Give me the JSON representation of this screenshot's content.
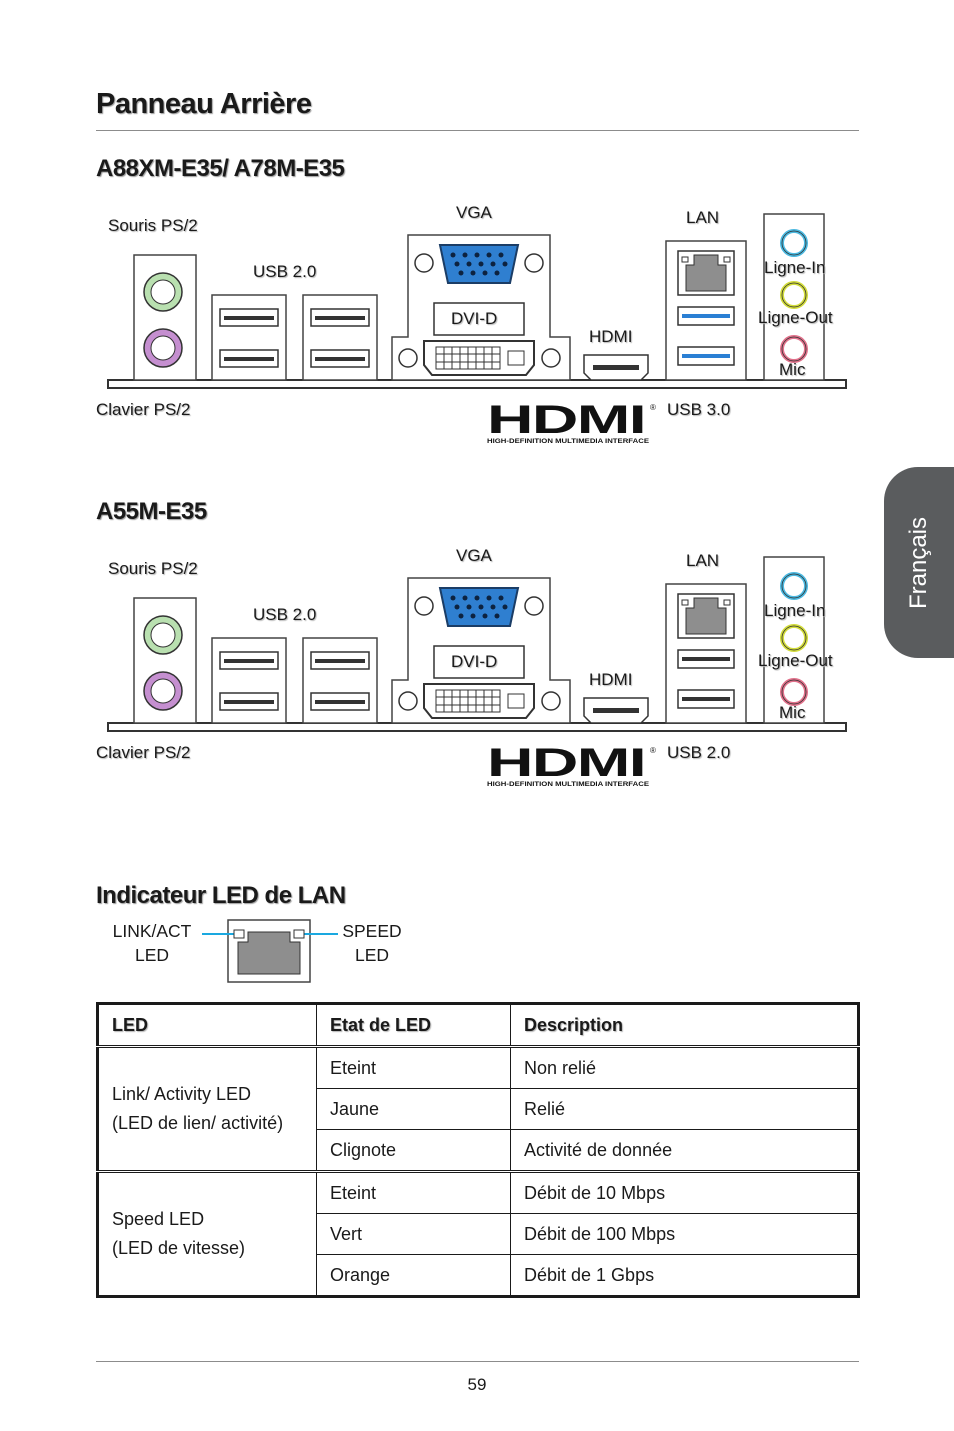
{
  "page": {
    "title": "Panneau Arrière",
    "side_tab": "Français",
    "page_number": "59"
  },
  "section1": {
    "title": "A88XM-E35/ A78M-E35",
    "labels": {
      "ps2_mouse": "Souris PS/2",
      "ps2_keyboard": "Clavier PS/2",
      "usb_left": "USB 2.0",
      "vga": "VGA",
      "dvi": "DVI-D",
      "hdmi": "HDMI",
      "lan": "LAN",
      "usb_right": "USB 3.0",
      "line_in": "Ligne-In",
      "line_out": "Ligne-Out",
      "mic": "Mic"
    },
    "usb_right_color": "#2a7fd4"
  },
  "section2": {
    "title": "A55M-E35",
    "labels": {
      "ps2_mouse": "Souris PS/2",
      "ps2_keyboard": "Clavier PS/2",
      "usb_left": "USB 2.0",
      "vga": "VGA",
      "dvi": "DVI-D",
      "hdmi": "HDMI",
      "lan": "LAN",
      "usb_right": "USB 2.0",
      "line_in": "Ligne-In",
      "line_out": "Ligne-Out",
      "mic": "Mic"
    },
    "usb_right_color": "#ffffff"
  },
  "hdmi_logo": {
    "text": "HDMI",
    "tagline": "HIGH-DEFINITION MULTIMEDIA INTERFACE",
    "reg": "®"
  },
  "led_section": {
    "title": "Indicateur LED de LAN",
    "left_label_1": "LINK/ACT",
    "left_label_2": "LED",
    "right_label_1": "SPEED",
    "right_label_2": "LED"
  },
  "led_table": {
    "headers": [
      "LED",
      "Etat de LED",
      "Description"
    ],
    "groups": [
      {
        "name_1": "Link/ Activity LED",
        "name_2": "(LED de lien/ activité)",
        "rows": [
          {
            "state": "Eteint",
            "desc": "Non relié"
          },
          {
            "state": "Jaune",
            "desc": "Relié"
          },
          {
            "state": "Clignote",
            "desc": "Activité de donnée"
          }
        ]
      },
      {
        "name_1": "Speed LED",
        "name_2": "(LED de vitesse)",
        "rows": [
          {
            "state": "Eteint",
            "desc": "Débit de 10 Mbps"
          },
          {
            "state": "Vert",
            "desc": "Débit de 100 Mbps"
          },
          {
            "state": "Orange",
            "desc": "Débit de 1 Gbps"
          }
        ]
      }
    ]
  },
  "colors": {
    "ps2_mouse": "#b9e0b0",
    "ps2_keyboard": "#c58fd0",
    "vga_blue": "#2f7fd0",
    "line_in": "#4ab8e0",
    "line_out": "#d2dc3a",
    "mic": "#e0708a",
    "led_line": "#1aa8e0",
    "tab_bg": "#5a5c5e"
  }
}
